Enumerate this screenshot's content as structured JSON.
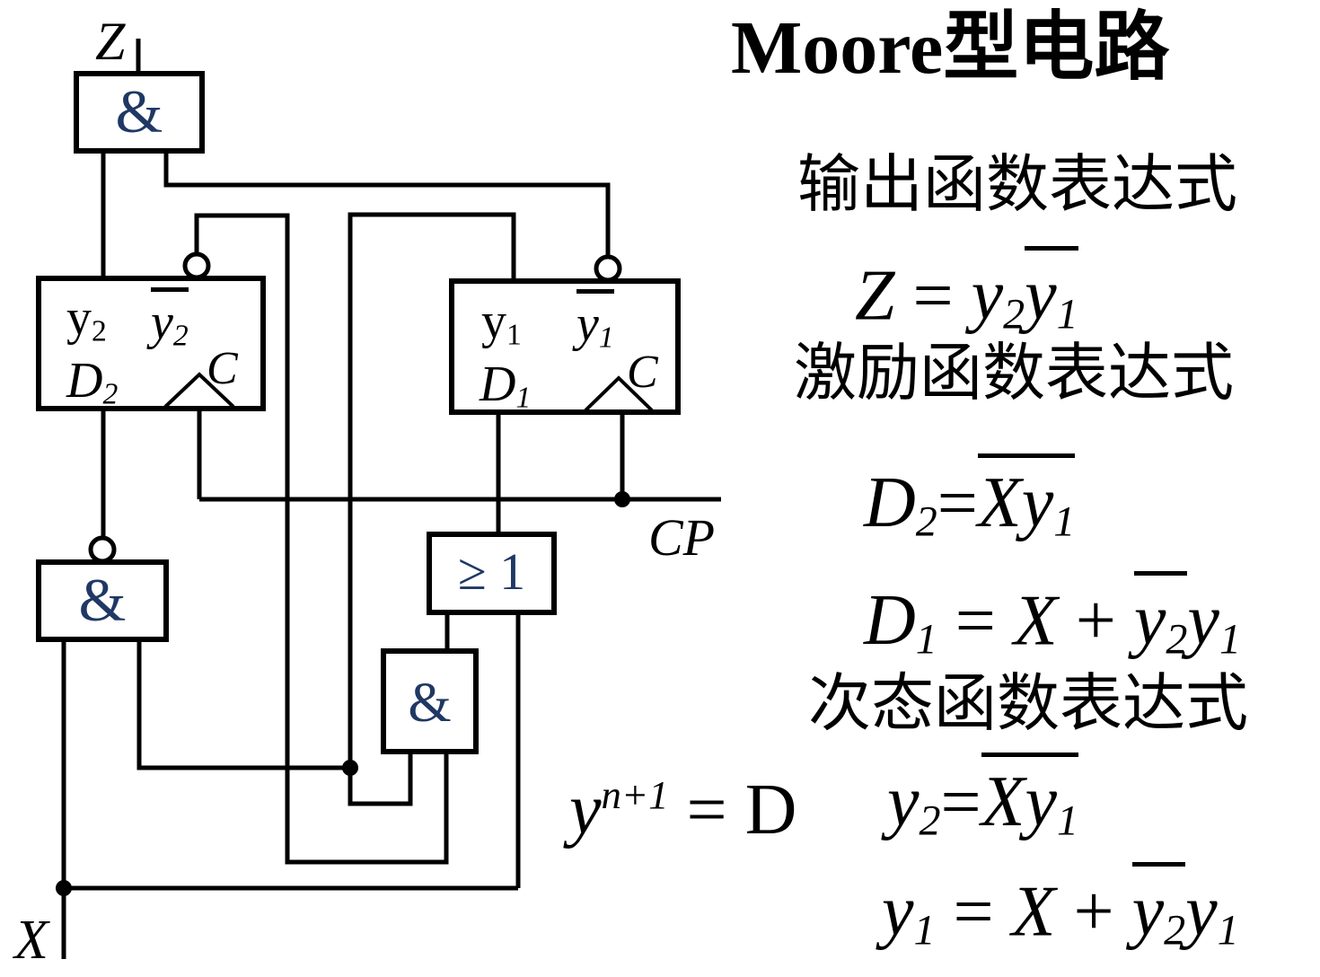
{
  "colors": {
    "background": "#ffffff",
    "wire": "#000000",
    "gate_symbol": "#1f3864",
    "text": "#000000"
  },
  "circuit": {
    "signal_labels": {
      "z": "Z",
      "x": "X",
      "cp": "CP"
    },
    "gate_symbols": {
      "and": "&",
      "or": "≥ 1"
    },
    "flipflop_left": {
      "q": [
        {
          "t": "y",
          "sub": "2",
          "rm": true
        }
      ],
      "qbar": [
        {
          "t": "y",
          "sub": "2",
          "over": true
        }
      ],
      "d": [
        {
          "t": "D",
          "sub": "2"
        }
      ],
      "c": [
        {
          "t": "C"
        }
      ]
    },
    "flipflop_right": {
      "q": [
        {
          "t": "y",
          "sub": "1",
          "rm": true
        }
      ],
      "qbar": [
        {
          "t": "y",
          "sub": "1",
          "over": true
        }
      ],
      "d": [
        {
          "t": "D",
          "sub": "1"
        }
      ],
      "c": [
        {
          "t": "C"
        }
      ]
    }
  },
  "panel": {
    "title": "Moore型电路",
    "headings": {
      "output": "输出函数表达式",
      "excitation": "激励函数表达式",
      "next_state": "次态函数表达式"
    },
    "formulas": {
      "z": [
        {
          "t": "Z"
        },
        {
          "t": " = ",
          "rm": true
        },
        {
          "t": "y",
          "sub": "2"
        },
        {
          "t": "y",
          "sub": "1",
          "over": true
        }
      ],
      "d2": [
        {
          "t": "D",
          "sub": "2"
        },
        {
          "t": "=",
          "rm": true
        },
        {
          "t": "Xy",
          "sub": "1",
          "over": true
        }
      ],
      "d1": [
        {
          "t": "D",
          "sub": "1"
        },
        {
          "t": " = ",
          "rm": true
        },
        {
          "t": "X"
        },
        {
          "t": " + ",
          "rm": true
        },
        {
          "t": "y",
          "sub": "2",
          "over": true
        },
        {
          "t": "y",
          "sub": "1"
        }
      ],
      "y_next": [
        {
          "t": "y",
          "sup": "n+1"
        },
        {
          "t": " = ",
          "rm": true
        },
        {
          "t": "D",
          "rm": true
        }
      ],
      "y2_next": [
        {
          "t": "y",
          "sub": "2"
        },
        {
          "t": "=",
          "rm": true
        },
        {
          "t": "Xy",
          "sub": "1",
          "over": true
        }
      ],
      "y1_next": [
        {
          "t": "y",
          "sub": "1"
        },
        {
          "t": " = ",
          "rm": true
        },
        {
          "t": "X"
        },
        {
          "t": " + ",
          "rm": true
        },
        {
          "t": "y",
          "sub": "2",
          "over": true
        },
        {
          "t": "y",
          "sub": "1"
        }
      ]
    }
  }
}
